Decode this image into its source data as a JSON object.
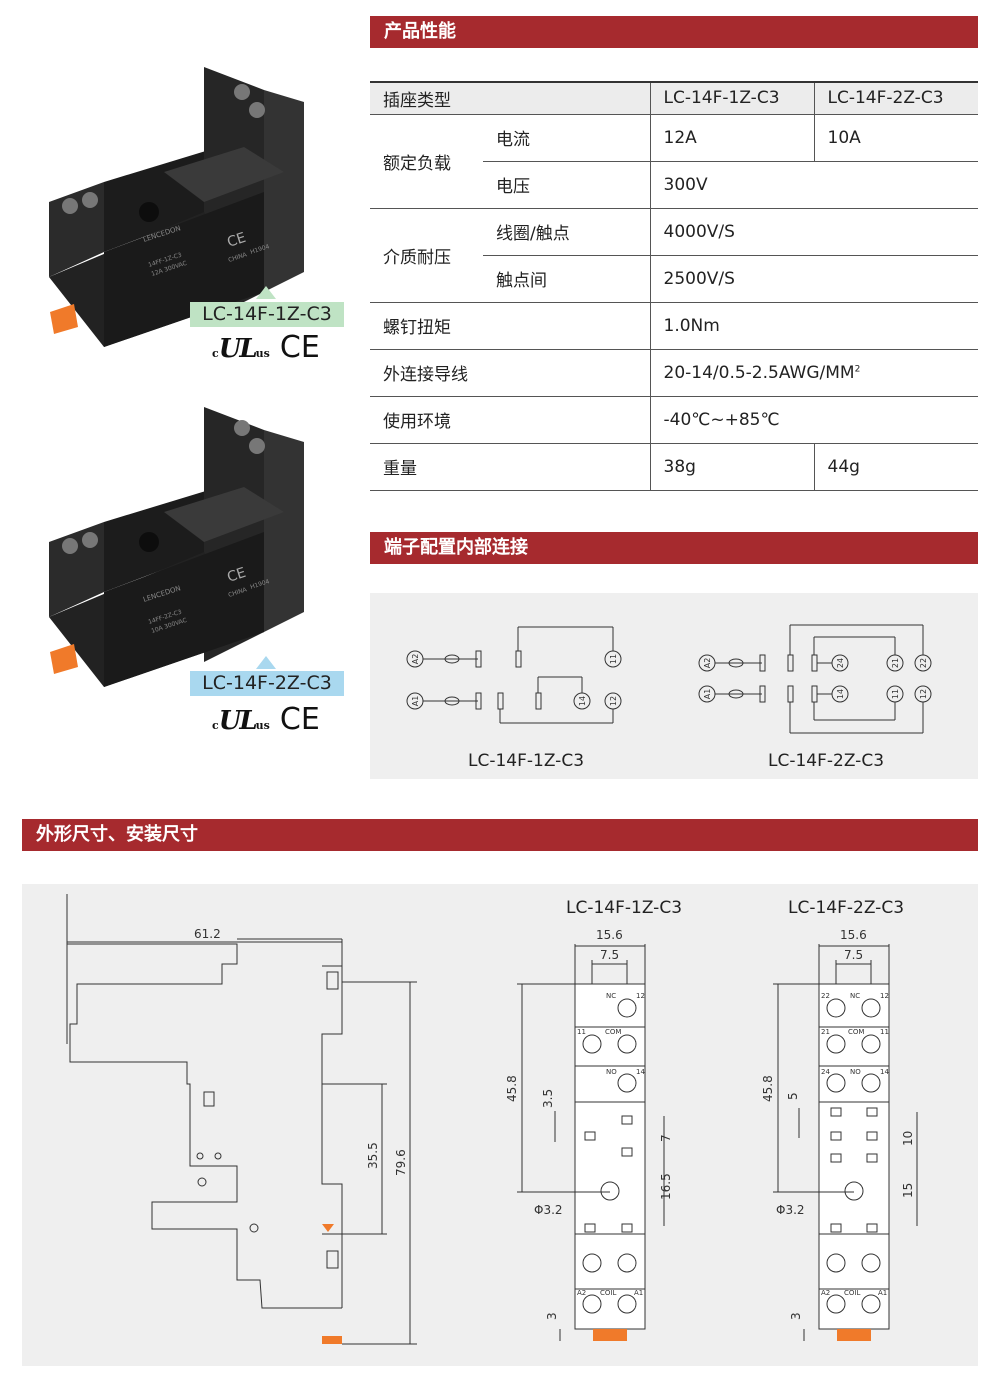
{
  "sections": {
    "performance": "产品性能",
    "wiring": "端子配置内部连接",
    "dimensions": "外形尺寸、安装尺寸"
  },
  "products": [
    {
      "model": "LC-14F-1Z-C3",
      "tag_color": "#bfe3c4",
      "brand": "LENCEDON",
      "body_text1": "14FF-1Z-C3",
      "body_text2": "12A 300VAC",
      "origin": "CHINA",
      "code": "H1904",
      "cert_c": "c",
      "cert_ul": "UL",
      "cert_us": "us",
      "cert_ce": "CE"
    },
    {
      "model": "LC-14F-2Z-C3",
      "tag_color": "#a9d8ef",
      "brand": "LENCEDON",
      "body_text1": "14FF-2Z-C3",
      "body_text2": "10A 300VAC",
      "origin": "CHINA",
      "code": "H1904",
      "cert_c": "c",
      "cert_ul": "UL",
      "cert_us": "us",
      "cert_ce": "CE"
    }
  ],
  "spec_table": {
    "header": {
      "col1": "插座类型",
      "col2": "LC-14F-1Z-C3",
      "col3": "LC-14F-2Z-C3"
    },
    "rated_load": {
      "label": "额定负载",
      "current_label": "电流",
      "current_1z": "12A",
      "current_2z": "10A",
      "voltage_label": "电压",
      "voltage": "300V"
    },
    "dielectric": {
      "label": "介质耐压",
      "coil_contact_label": "线圈/触点",
      "coil_contact": "4000V/S",
      "between_contacts_label": "触点间",
      "between_contacts": "2500V/S"
    },
    "screw_torque": {
      "label": "螺钉扭矩",
      "value": "1.0Nm"
    },
    "wire": {
      "label": "外连接导线",
      "value": "20-14/0.5-2.5AWG/MM",
      "sup": "2"
    },
    "environment": {
      "label": "使用环境",
      "value": "-40℃~+85℃"
    },
    "weight": {
      "label": "重量",
      "value_1z": "38g",
      "value_2z": "44g"
    }
  },
  "wiring": {
    "label_1z": "LC-14F-1Z-C3",
    "label_2z": "LC-14F-2Z-C3",
    "terminals_1z": {
      "a2": "A2",
      "a1": "A1",
      "t11": "11",
      "t12": "12",
      "t14": "14"
    },
    "terminals_2z": {
      "a2": "A2",
      "a1": "A1",
      "t24": "24",
      "t21": "21",
      "t22": "22",
      "t14": "14",
      "t11": "11",
      "t12": "12"
    }
  },
  "dimensions": {
    "side": {
      "width": "61.2",
      "height_total": "79.6",
      "height_mid": "35.5"
    },
    "label_1z": "LC-14F-1Z-C3",
    "label_2z": "LC-14F-2Z-C3",
    "front_1z": {
      "w_outer": "15.6",
      "w_inner": "7.5",
      "h": "45.8",
      "d1": "3.5",
      "d2": "7",
      "d3": "16.5",
      "hole": "Φ3.2",
      "foot": "3",
      "t_nc": "NC",
      "t_12": "12",
      "t_11": "11",
      "t_com": "COM",
      "t_no": "NO",
      "t_14": "14",
      "t_a2": "A2",
      "t_coil": "COIL",
      "t_a1": "A1"
    },
    "front_2z": {
      "w_outer": "15.6",
      "w_inner": "7.5",
      "h": "45.8",
      "d1": "5",
      "d2": "10",
      "d3": "15",
      "hole": "Φ3.2",
      "foot": "3",
      "t_22": "22",
      "t_nc": "NC",
      "t_12": "12",
      "t_21": "21",
      "t_com": "COM",
      "t_11": "11",
      "t_24": "24",
      "t_no": "NO",
      "t_14": "14",
      "t_a2": "A2",
      "t_coil": "COIL",
      "t_a1": "A1"
    }
  }
}
